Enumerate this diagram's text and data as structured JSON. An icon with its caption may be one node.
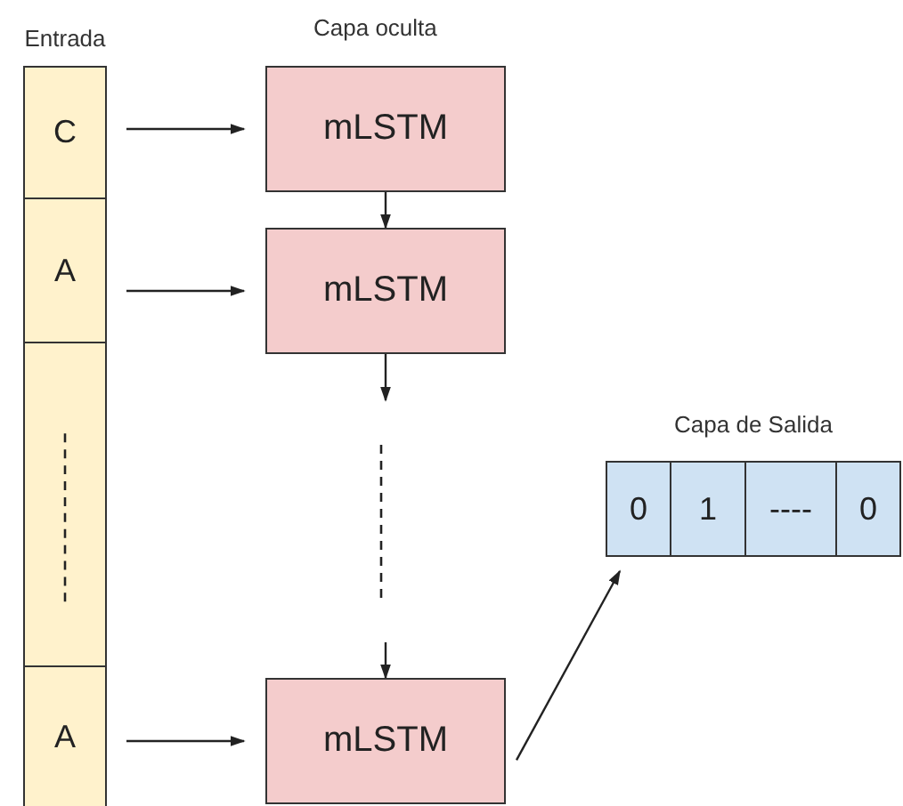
{
  "diagram": {
    "nodes": [
      {
        "text": [
          "Entrada"
        ]
      },
      {
        "text": [
          "C"
        ],
        "in": 0
      },
      {
        "text": [
          "A"
        ],
        "in": 0
      },
      {
        "text": [],
        "shape": "box",
        "in": 0
      },
      {
        "text": [
          "A"
        ],
        "in": 0
      },
      {
        "text": [
          "mLSTM"
        ]
      },
      {
        "text": [
          "mLSTM"
        ]
      },
      {
        "text": [
          "mLSTM"
        ]
      },
      {
        "text": [
          "Capa de Salida"
        ]
      },
      {
        "text": [
          "0"
        ],
        "in": 8
      },
      {
        "text": [
          "1"
        ],
        "in": 8
      },
      {
        "text": [
          "----"
        ],
        "in": 8
      },
      {
        "text": [
          "0"
        ],
        "in": 8
      }
    ],
    "edges": [
      {
        "from": 1,
        "to": 5,
        "arrow": "to"
      },
      {
        "from": 2,
        "to": 6,
        "arrow": "to"
      },
      {
        "from": 4,
        "to": 7,
        "arrow": "to"
      },
      {
        "from": 5,
        "to": 6,
        "arrow": "to"
      },
      {
        "from": 6,
        "to": null,
        "arrow": "to"
      },
      {
        "from": null,
        "to": 7,
        "arrow": "to"
      },
      {
        "from": 7,
        "to": 8,
        "arrow": "to"
      }
    ],
    "labels": [
      "Capa oculta"
    ]
  }
}
